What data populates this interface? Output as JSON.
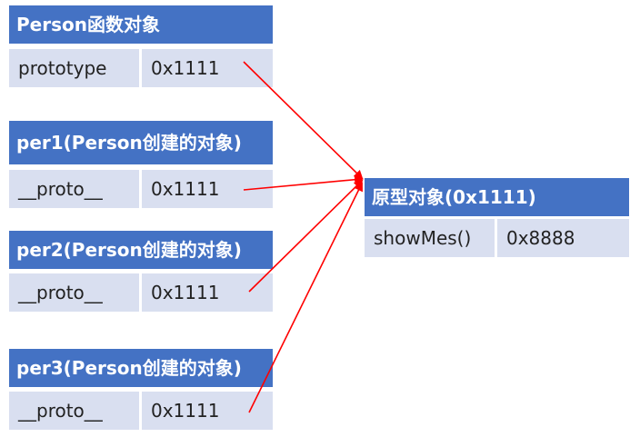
{
  "colors": {
    "header": "#4472c4",
    "cell": "#d9dff0",
    "arrow": "#ff0000"
  },
  "person": {
    "title": "Person函数对象",
    "key": "prototype",
    "value": "0x1111"
  },
  "per1": {
    "title": "per1(Person创建的对象)",
    "key": "__proto__",
    "value": "0x1111"
  },
  "per2": {
    "title": "per2(Person创建的对象)",
    "key": "__proto__",
    "value": "0x1111"
  },
  "per3": {
    "title": "per3(Person创建的对象)",
    "key": "__proto__",
    "value": "0x1111"
  },
  "proto": {
    "title": "原型对象(0x1111)",
    "key": "showMes()",
    "value": "0x8888"
  }
}
